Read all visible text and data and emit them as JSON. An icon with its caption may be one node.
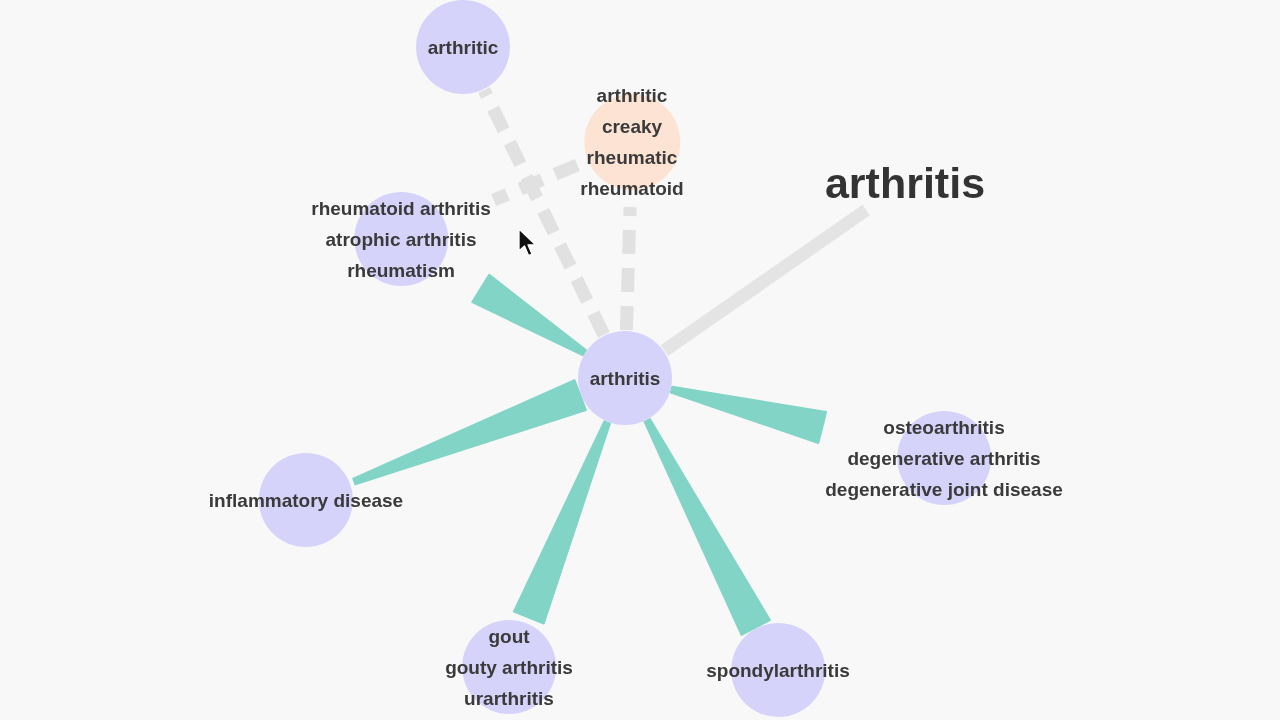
{
  "diagram": {
    "nodes": [
      {
        "text": [
          "arthritic"
        ]
      },
      {
        "text": [
          "arthritic",
          "creaky",
          "rheumatic",
          "rheumatoid"
        ]
      },
      {
        "text": [
          "arthritis"
        ]
      },
      {
        "text": [
          "rheumatoid arthritis",
          "atrophic arthritis",
          "rheumatism"
        ]
      },
      {
        "text": [
          "arthritis"
        ]
      },
      {
        "text": [
          "inflammatory disease"
        ]
      },
      {
        "text": [
          "osteoarthritis",
          "degenerative arthritis",
          "degenerative joint disease"
        ]
      },
      {
        "text": [
          "gout",
          "gouty arthritis",
          "urarthritis"
        ]
      },
      {
        "text": [
          "spondylarthritis"
        ]
      }
    ],
    "edges": [
      {
        "from": 4,
        "to": 0,
        "arrow": "none",
        "style": "dashed",
        "color": "#e1e1e1"
      },
      {
        "from": 4,
        "to": 1,
        "arrow": "none",
        "style": "dashed",
        "color": "#e1e1e1"
      },
      {
        "from": 1,
        "to": 3,
        "arrow": "none",
        "style": "dashed",
        "color": "#e1e1e1"
      },
      {
        "from": 4,
        "to": 2,
        "arrow": "none",
        "style": "thick",
        "color": "#e4e4e4"
      },
      {
        "from": 4,
        "to": 3,
        "arrow": "none"
      },
      {
        "from": 5,
        "to": 4,
        "arrow": "none"
      },
      {
        "from": 4,
        "to": 6,
        "arrow": "none"
      },
      {
        "from": 4,
        "to": 7,
        "arrow": "none"
      },
      {
        "from": 4,
        "to": 8,
        "arrow": "none"
      }
    ]
  }
}
